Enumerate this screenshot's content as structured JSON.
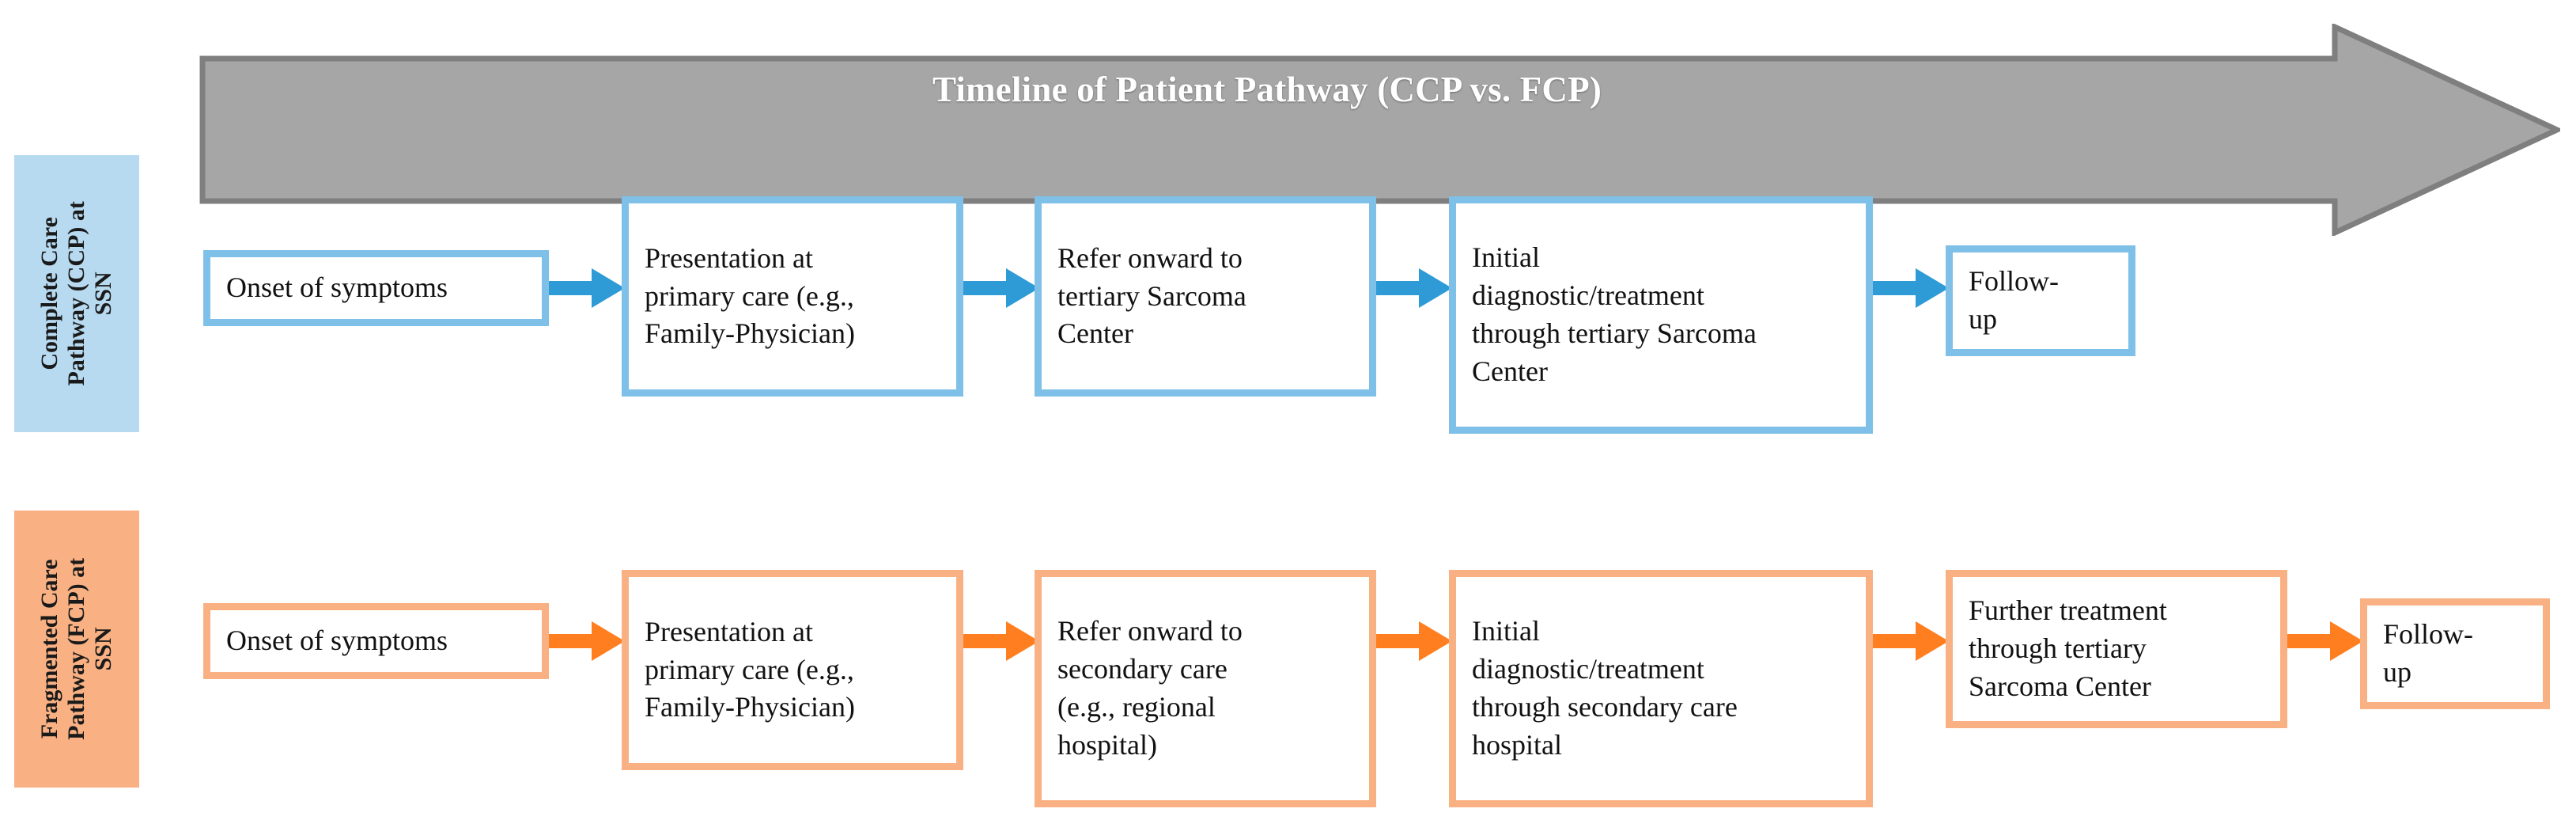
{
  "figure": {
    "title": "Timeline of Patient Pathway (CCP vs. FCP)",
    "colors": {
      "banner_fill": "#A6A6A6",
      "banner_stroke": "#7F7F7F",
      "banner_text": "#FFFFFF",
      "ccp_label_bg": "#B7DAF0",
      "ccp_box_border": "#7FC0E8",
      "ccp_arrow": "#2E9BD6",
      "fcp_label_bg": "#F9B183",
      "fcp_box_border": "#F9B183",
      "fcp_arrow": "#FF7F20",
      "box_fill": "#FFFFFF",
      "text": "#111111"
    }
  },
  "rows": [
    {
      "id": "ccp",
      "label": "Complete Care Pathway (CCP) at SSN",
      "label_lines": [
        "Complete Care",
        "Pathway (CCP) at",
        "SSN"
      ],
      "steps": [
        {
          "index": 1,
          "text": "Onset of symptoms"
        },
        {
          "index": 2,
          "text": "Presentation at\nprimary care (e.g.,\nFamily-Physician)"
        },
        {
          "index": 3,
          "text": "Refer onward to\ntertiary Sarcoma\nCenter"
        },
        {
          "index": 4,
          "text": "Initial\ndiagnostic/treatment\nthrough tertiary Sarcoma\nCenter"
        },
        {
          "index": 5,
          "text": "Follow-\nup"
        }
      ]
    },
    {
      "id": "fcp",
      "label": "Fragmented Care Pathway (FCP) at SSN",
      "label_lines": [
        "Fragmented Care",
        "Pathway (FCP) at",
        "SSN"
      ],
      "steps": [
        {
          "index": 1,
          "text": "Onset of symptoms"
        },
        {
          "index": 2,
          "text": "Presentation at\nprimary care (e.g.,\nFamily-Physician)"
        },
        {
          "index": 3,
          "text": "Refer onward to\nsecondary care\n(e.g., regional\nhospital)"
        },
        {
          "index": 4,
          "text": "Initial\ndiagnostic/treatment\nthrough secondary care\nhospital"
        },
        {
          "index": 5,
          "text": "Further treatment\nthrough tertiary\nSarcoma Center"
        },
        {
          "index": 6,
          "text": "Follow-\nup"
        }
      ]
    }
  ]
}
